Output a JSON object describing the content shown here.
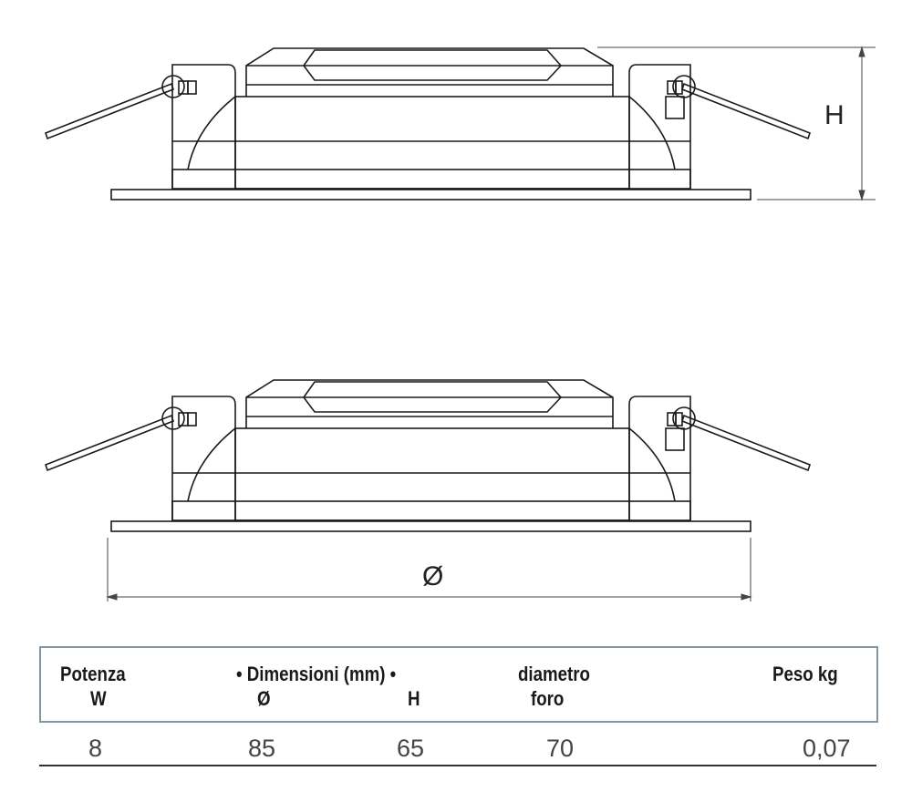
{
  "dimension_labels": {
    "height": "H",
    "diameter": "Ø"
  },
  "table": {
    "headers": {
      "power_line1": "Potenza",
      "power_line2": "W",
      "dimensions": "• Dimensioni (mm) •",
      "dim_diameter": "Ø",
      "dim_height": "H",
      "hole_line1": "diametro",
      "hole_line2": "foro",
      "weight": "Peso kg"
    },
    "row": {
      "power": "8",
      "diameter": "85",
      "height": "65",
      "hole": "70",
      "weight": "0,07"
    }
  }
}
